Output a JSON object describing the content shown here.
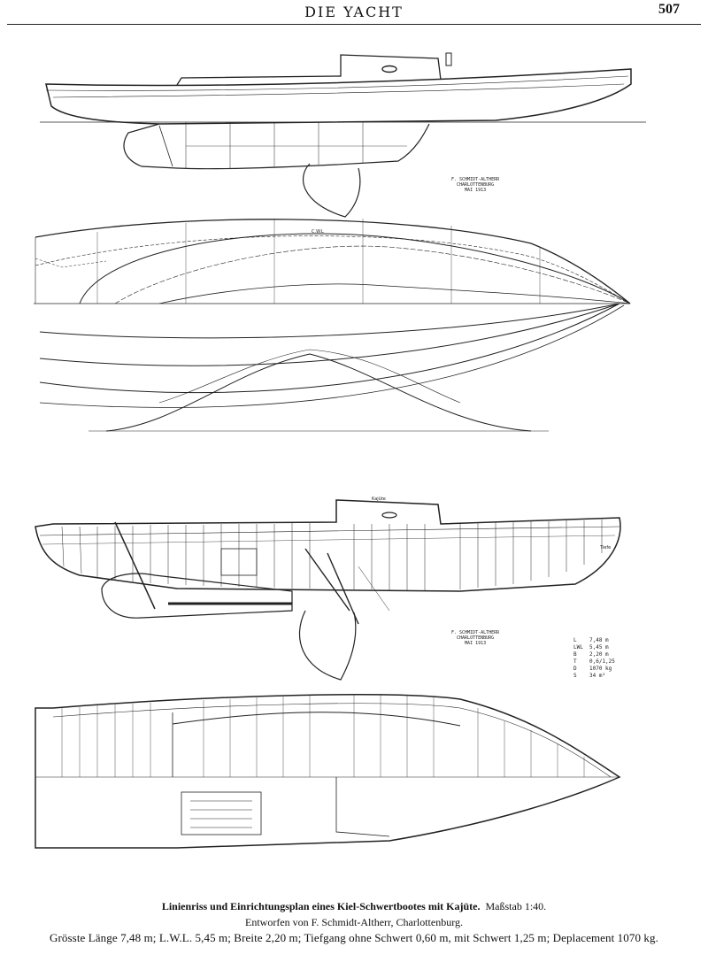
{
  "header": {
    "title": "DIE YACHT",
    "page_number": "507"
  },
  "stamps": [
    {
      "line1": "F. SCHMIDT-ALTHERR",
      "line2": "CHARLOTTENBURG",
      "line3": "MAI 1913"
    },
    {
      "line1": "F. SCHMIDT-ALTHERR",
      "line2": "CHARLOTTENBURG",
      "line3": "MAI 1913"
    }
  ],
  "specs": [
    {
      "key": "L",
      "value": "7,48 m"
    },
    {
      "key": "LWL",
      "value": "5,45 m"
    },
    {
      "key": "B",
      "value": "2,20 m"
    },
    {
      "key": "T",
      "value": "0,6/1,25"
    },
    {
      "key": "D",
      "value": "1070 kg"
    },
    {
      "key": "S",
      "value": "34 m²"
    }
  ],
  "drawing_labels": {
    "cwl": "C.W.L",
    "label_tiefe": "Tiefe",
    "label_kajuete": "Kajüte"
  },
  "caption": {
    "title": "Linienriss und Einrichtungsplan eines Kiel-Schwertbootes mit Kajüte.",
    "scale": "Maßstab 1:40.",
    "designer": "Entworfen von F. Schmidt-Altherr, Charlottenburg.",
    "dimensions": "Grösste Länge 7,48 m; L.W.L. 5,45 m; Breite 2,20 m; Tiefgang ohne Schwert 0,60 m, mit Schwert 1,25 m; Deplacement 1070 kg."
  }
}
